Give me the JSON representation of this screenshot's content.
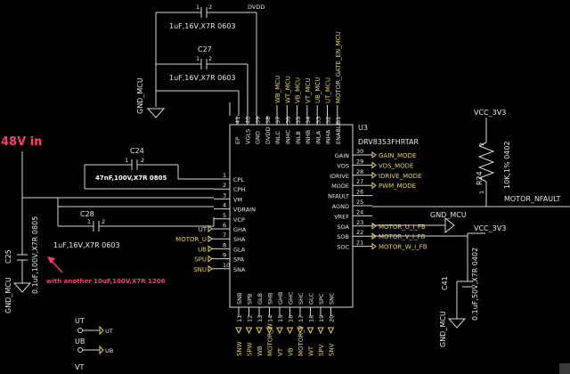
{
  "ic": {
    "ref": "U3",
    "part": "DRV8353FHRTAR",
    "left_pins": [
      {
        "name": "CPL",
        "num": "1"
      },
      {
        "name": "CPH",
        "num": "2"
      },
      {
        "name": "VM",
        "num": "3"
      },
      {
        "name": "VDRAIN",
        "num": "4"
      },
      {
        "name": "VCP",
        "num": "5"
      },
      {
        "name": "GHA",
        "num": "6"
      },
      {
        "name": "SHA",
        "num": "7"
      },
      {
        "name": "GLA",
        "num": "8"
      },
      {
        "name": "SPA",
        "num": "9"
      },
      {
        "name": "SNA",
        "num": "10"
      }
    ],
    "right_pins": [
      {
        "name": "GAIN",
        "num": "30"
      },
      {
        "name": "VDS",
        "num": "29"
      },
      {
        "name": "IDRIVE",
        "num": "28"
      },
      {
        "name": "MODE",
        "num": "27"
      },
      {
        "name": "NFAULT",
        "num": "26"
      },
      {
        "name": "AGND",
        "num": "25"
      },
      {
        "name": "VREF",
        "num": "24"
      },
      {
        "name": "SOA",
        "num": "23"
      },
      {
        "name": "SOB",
        "num": "22"
      },
      {
        "name": "SOC",
        "num": "21"
      }
    ],
    "top_pins": [
      {
        "name": "EP",
        "num": "41"
      },
      {
        "name": "VGLS",
        "num": "40"
      },
      {
        "name": "GND",
        "num": "39"
      },
      {
        "name": "DVDD",
        "num": "38"
      },
      {
        "name": "INLC",
        "num": "37"
      },
      {
        "name": "INHC",
        "num": "36"
      },
      {
        "name": "INLB",
        "num": "35"
      },
      {
        "name": "INHB",
        "num": "34"
      },
      {
        "name": "INLA",
        "num": "33"
      },
      {
        "name": "INHA",
        "num": "32"
      },
      {
        "name": "ENABLE",
        "num": "31"
      }
    ],
    "bottom_pins": [
      {
        "name": "SNB",
        "num": "11"
      },
      {
        "name": "SPB",
        "num": "12"
      },
      {
        "name": "GLB",
        "num": "13"
      },
      {
        "name": "SHB",
        "num": "14"
      },
      {
        "name": "GHB",
        "num": "15"
      },
      {
        "name": "GHC",
        "num": "16"
      },
      {
        "name": "SHC",
        "num": "17"
      },
      {
        "name": "GLC",
        "num": "18"
      },
      {
        "name": "SPC",
        "num": "19"
      },
      {
        "name": "SNC",
        "num": "20"
      }
    ],
    "top_nets": [
      "WB_MCU",
      "WT_MCU",
      "VB_MCU",
      "VT_MCU",
      "UB_MCU",
      "UT_MCU",
      "MOTOR_GATE_EN_MCU"
    ],
    "bottom_nets": [
      "SNW",
      "SPW",
      "WB",
      "MOTOR_W",
      "VT",
      "VB",
      "MOTOR_V",
      "WT",
      "SPV",
      "SNV"
    ],
    "left_nets": [
      "UT",
      "MOTOR_U",
      "UB",
      "SPU",
      "SNU"
    ],
    "right_nets": [
      "GAIN_MODE",
      "VDS_MODE",
      "IDRIVE_MODE",
      "PWM_MODE"
    ],
    "right_nets2": [
      "MOTOR_U_I_FB",
      "MOTOR_V_I_FB",
      "MOTOR_W_I_FB"
    ]
  },
  "caps": {
    "top1_value": "1uF,16V,X7R 0603",
    "top1_net": "DVDD",
    "c27_ref": "C27",
    "c27_value": "1uF,16V,X7R 0603",
    "c24_ref": "C24",
    "c24_value": "47nF,100V,X7R 0805",
    "c28_ref": "C28",
    "c28_value": "1uF,16V,X7R 0603",
    "c25_ref": "C25",
    "c25_value": "0.1uF,100V,X7R 0805",
    "c41_ref": "C41",
    "c41_value": "0.1uF,50V,X7R 0402",
    "pin1": "1",
    "pin2": "2"
  },
  "labels": {
    "vin": "48V in",
    "note": "with another 10uF,100V,X7R 1206",
    "gnd_mcu_1": "GND_MCU",
    "gnd_mcu_2": "GND_MCU",
    "gnd_mcu_3": "GND_MCU",
    "gnd_mcu_4": "GND_MCU",
    "vcc1": "VCC_3V3",
    "vcc2": "VCC_3V3",
    "r24_ref": "R24",
    "r24_value": "10K,1% 0402",
    "motor_nfault": "MOTOR_NFAULT",
    "test_ut": "UT",
    "test_ub": "UB",
    "test_vt": "VT"
  },
  "colors": {
    "wire": "#d8d8d8",
    "accent": "#ff3a6a",
    "highlight": "#e6d25a",
    "background": "#000000"
  }
}
